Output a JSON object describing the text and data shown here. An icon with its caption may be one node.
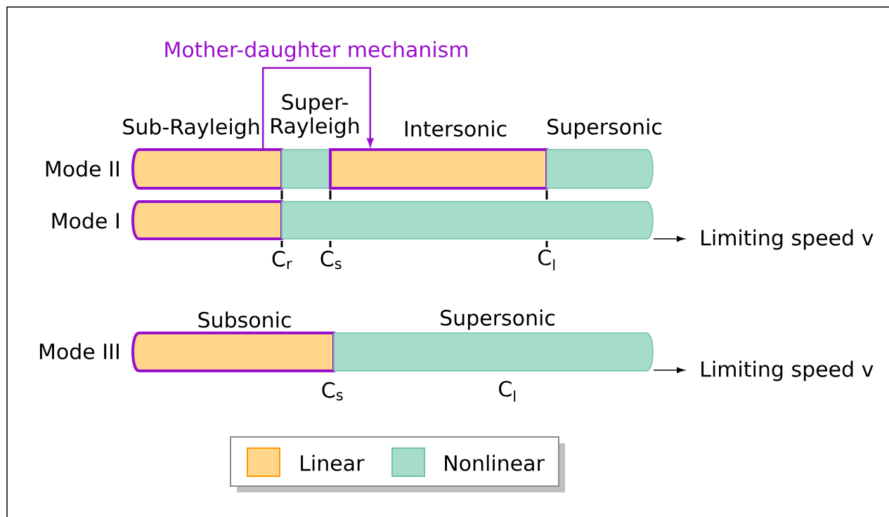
{
  "diagram": {
    "nodes": [
      {
        "text": [
          "Sub-Rayleigh"
        ]
      },
      {
        "text": [
          "Super- Rayleigh"
        ]
      },
      {
        "text": [
          "Intersonic"
        ]
      },
      {
        "text": [
          "Supersonic"
        ]
      },
      {
        "text": [],
        "shape": "bar"
      },
      {
        "text": [],
        "shape": "bar"
      },
      {
        "text": [
          "Subsonic"
        ]
      },
      {
        "text": [
          "Supersonic"
        ]
      }
    ],
    "edges": [
      {
        "from": 0,
        "to": 2,
        "arrow": "to",
        "label": "Mother-daughter mechanism",
        "color": "#9a0fcc"
      }
    ],
    "labels": [
      "Mode II",
      "Mode I",
      "Limiting speed v",
      "C$_{r}$",
      "C$_{s}$",
      "C$_{l}$",
      "Mode III",
      "Limiting speed v",
      "C$_{s}$",
      "C$_{l}$"
    ],
    "legend": [
      {
        "text": "Linear",
        "color": "#ffd68a"
      },
      {
        "text": "Nonlinear",
        "color": "#a6dccb"
      }
    ]
  }
}
